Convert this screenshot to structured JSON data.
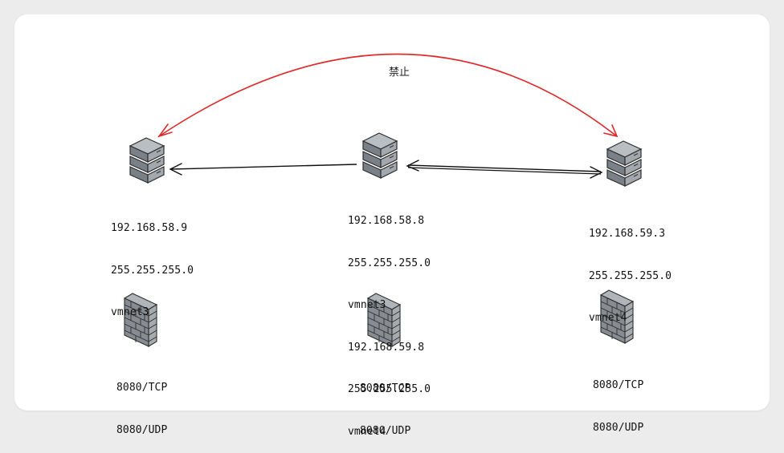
{
  "edge_label": "禁止",
  "servers": [
    {
      "ip": "192.168.58.9",
      "mask": "255.255.255.0",
      "iface": "vmnet3"
    },
    {
      "ip": "192.168.58.8",
      "mask": "255.255.255.0",
      "iface": "vmnet3",
      "ip2": "192.168.59.8",
      "mask2": "255.255.255.0",
      "iface2": "vmnet4"
    },
    {
      "ip": "192.168.59.3",
      "mask": "255.255.255.0",
      "iface": "vmnet4"
    }
  ],
  "firewalls": [
    {
      "tcp": "8080/TCP",
      "udp": "8080/UDP"
    },
    {
      "tcp": "8080/TCP",
      "udp": "8080/UDP"
    },
    {
      "tcp": "8080/TCP",
      "udp": "8080/UDP"
    }
  ],
  "colors": {
    "forbidden_arrow": "#e02a2a",
    "arrow": "#111111"
  }
}
